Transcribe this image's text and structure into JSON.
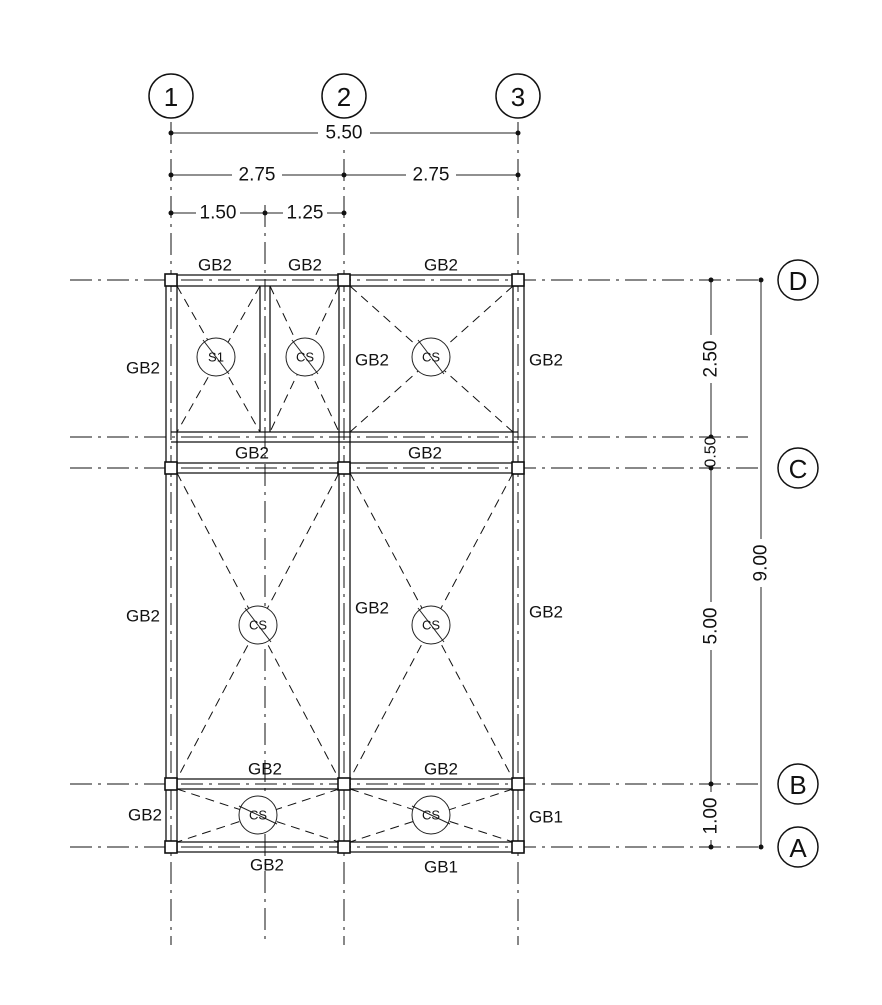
{
  "grid_axes": {
    "columns": [
      "1",
      "2",
      "3"
    ],
    "rows": [
      "D",
      "C",
      "B",
      "A"
    ]
  },
  "dimensions": {
    "top_total": "5.50",
    "top_left_bay": "2.75",
    "top_right_bay": "2.75",
    "top_sub_left": "1.50",
    "top_sub_right": "1.25",
    "right_dc": "2.50",
    "right_gap": "0.50",
    "right_cb": "5.00",
    "right_ba": "1.00",
    "right_total": "9.00"
  },
  "beams": {
    "top_a": "GB2",
    "top_b": "GB2",
    "top_c": "GB2",
    "left_dc": "GB2",
    "mid_dc": "GB2",
    "right_dc": "GB2",
    "c_left": "GB2",
    "c_right": "GB2",
    "left_cb": "GB2",
    "mid_cb": "GB2",
    "right_cb": "GB2",
    "b_left": "GB2",
    "b_right": "GB2",
    "left_ba": "GB2",
    "right_ba": "GB1",
    "bottom_left": "GB2",
    "bottom_right": "GB1"
  },
  "slabs": {
    "s1": "S1",
    "s2": "CS",
    "s3": "CS",
    "s4": "CS",
    "s5": "CS",
    "s6": "CS",
    "s7": "CS"
  }
}
